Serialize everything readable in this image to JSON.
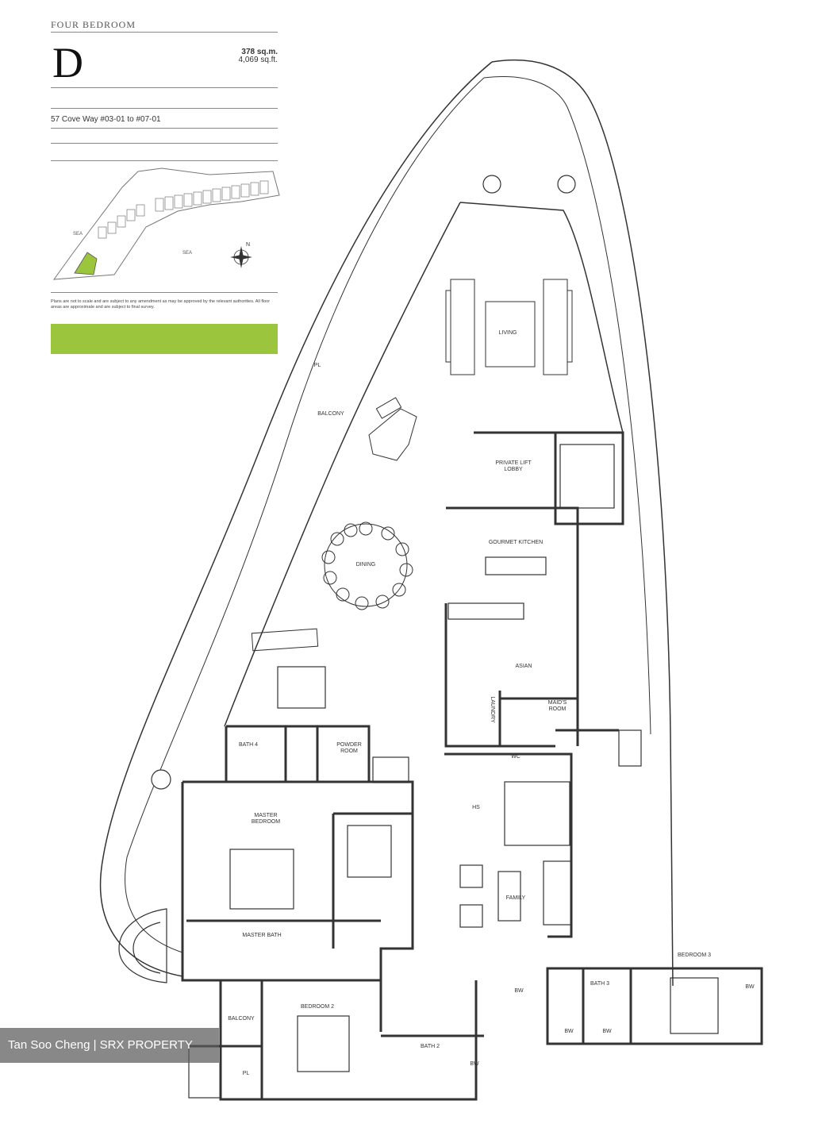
{
  "header": {
    "unit_type": "FOUR BEDROOM",
    "unit_letter": "D",
    "area_sqm": "378 sq.m.",
    "area_sqft": "4,069 sq.ft.",
    "address": "57 Cove Way #03-01 to #07-01"
  },
  "key_plan": {
    "sea_left": "SEA",
    "sea_bottom": "SEA",
    "north": "N"
  },
  "disclaimer": "Plans are not to scale and are subject to any amendment as may be approved by the relevant authorities. All floor areas are approximate and are subject to final survey.",
  "rooms": {
    "living": "LIVING",
    "balcony_main": "BALCONY",
    "pl_main": "PL",
    "private_lift_lobby": "PRIVATE LIFT LOBBY",
    "gourmet_kitchen": "GOURMET KITCHEN",
    "dining": "DINING",
    "asian_kitchen": "ASIAN",
    "laundry": "LAUNDRY",
    "maids_room": "MAID'S ROOM",
    "wc": "WC",
    "bath4": "BATH 4",
    "powder_room": "POWDER ROOM",
    "hs": "HS",
    "master_bedroom": "MASTER BEDROOM",
    "master_bath": "MASTER BATH",
    "family": "FAMILY",
    "bedroom2": "BEDROOM 2",
    "balcony_small": "BALCONY",
    "pl_small": "PL",
    "bath2": "BATH 2",
    "bw1": "BW",
    "bw2": "BW",
    "bedroom3": "BEDROOM 3",
    "bath3": "BATH 3",
    "bw3": "BW",
    "bw4": "BW",
    "bw5": "BW",
    "bw6": "BW"
  },
  "watermark": "Tan Soo Cheng | SRX PROPERTY",
  "colors": {
    "accent_green": "#9bc53d",
    "line": "#333333"
  }
}
